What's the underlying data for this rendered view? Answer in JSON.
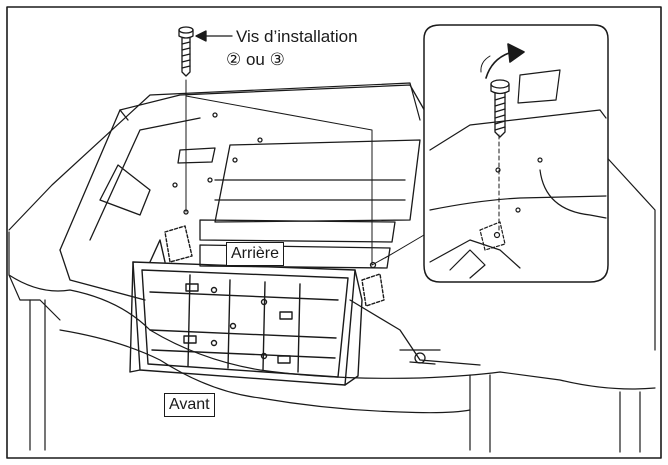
{
  "labels": {
    "screw_line1": "Vis d’installation",
    "screw_line2": "② ou ③",
    "rear": "Arrière",
    "front": "Avant"
  },
  "colors": {
    "line": "#1a1a1a",
    "background": "#ffffff"
  },
  "icons": [
    "installation-screw-icon",
    "rotation-arrow-icon"
  ]
}
